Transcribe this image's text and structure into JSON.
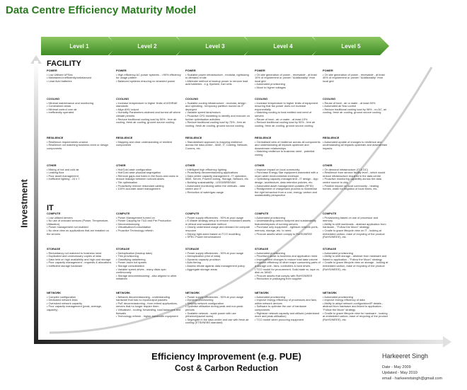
{
  "title": "Data Centre Efficiency Maturity Model",
  "levels": [
    "Level 1",
    "Level 2",
    "Level 3",
    "Level 4",
    "Level 5"
  ],
  "y_axis_label": "Investment",
  "x_axis_label_1": "Efficiency Improvement (e.g. PUE)",
  "x_axis_label_2": "Cost & Carbon Reduction",
  "author": "Harkeeret Singh",
  "date_line": "Date - May 2009",
  "updated_line": "Updated - May 2010",
  "email_line": "email - harkeeretsingh@gmail.com",
  "sections": {
    "facility": "FACILITY",
    "it": "IT"
  },
  "facility": {
    "power": {
      "head": "POWER",
      "cols": [
        [
          "• Low Utilised UPSes",
          "• Maintained inefficiently/unbalanced",
          "• Lead Acid batteries"
        ],
        [
          "• High efficiency AC power systems - >90% efficiency for usage pattern",
          "• Balanced systems ensuring no stranded power"
        ],
        [
          "• Scalable power infrastructure - modular, rightsizing to demand of site",
          "• Alternate method of backup power to remove lead acid batteries - e.g. flywheel, fuel cells"
        ],
        [
          "• On site generation of power - renewable - at least 10% of requirement or proven \"Additionality\" from local grid",
          "• Automated provisioning",
          "• Move to higher voltages"
        ],
        [
          "• On site generation of power - renewable - at least 40% of requirement or proven \"Additionality\" from local grid"
        ]
      ]
    },
    "cooling": {
      "head": "COOLING",
      "cols": [
        [
          "• Minimal maintenance and monitoring",
          "• Constrained areas",
          "• Minimal control over air",
          "• Inefficiently operated"
        ],
        [
          "• Increase temperature to higher limits of ASHRAE standards",
          "• Align AHU output",
          "• Humidity Parameters widened and turned off where climate permits",
          "• Reduce traditional cooling load by 50% - free air cooling, fresh air cooling, ground source cooling"
        ],
        [
          "• Scalable cooling infrastructure - modular, design and operating - temporary partition moved as IT deployed",
          "• Variable speed fans/motors",
          "• Proactive CFD modelling to identify and execute on further optimisation activities",
          "• Reduce traditional cooling load by 75% - free air cooling, fresh air cooling, ground source cooling"
        ],
        [
          "• Increase temperature to higher limits of equipment ensuring that fan power does not increase exponentially",
          "• Matching cooling to heat emitted and need of servers",
          "• Reuse of heat - air or water - at least 10%",
          "• Reduce traditional cooling load by 90% - free air cooling, fresh air cooling, ground source cooling"
        ],
        [
          "• Reuse of heat - air or water - at least 50%",
          "• Automated air flow control",
          "• Reduce traditional cooling load by 98% - no AC, air cooling, fresh air cooling, ground source cooling"
        ]
      ]
    },
    "resilience": {
      "head": "RESILIENCE",
      "cols": [
        [
          "• Resilience requirements unclear",
          "• Resilience not matching business need or design components"
        ],
        [
          "• Mapping and clear understanding of resilient components"
        ],
        [
          "• Standardised approach to mapping resilience across the data centre - M&E, IT, Cabling, Network, Comms, etc."
        ],
        [
          "• Centralised view of resilience across all components and understanding all impacts upstream and downstream relationships",
          "• Matching resilience to business need - potential zoning"
        ],
        [
          "• Automated update of changes to resilience and understanding all impacts upstream and downstream impacts"
        ]
      ]
    },
    "other": {
      "head": "OTHER",
      "cols": [
        [
          "• Mixing of hot and cold air",
          "• Leaking floor",
          "• Poor asset management",
          "• Inefficient lighting - 24 x 7"
        ],
        [
          "• Hot/Cold aisle configuration",
          "• Hot/Cold aisle physical segregation",
          "• Remove gaps and holes in the floors and racks to reduce leakage between hot/cold aisles",
          "• Tile optimisation",
          "• Proactively remove redundant cabling",
          "• 100% accurate asset management"
        ],
        [
          "• Intelligent high efficiency lighting",
          "• Proactively decommissioning applications",
          "• Data centre capacity management - IT operation, M&E, Server, Power/Cooling, Storage, Network, etc.",
          "• Building sustainability - LEED/BREEAM",
          "• Automated monitoring within the verticals - data centre and IT",
          "• Reduction of water/gas usage"
        ],
        [
          "• Improve impact on local community",
          "• Purchase Energy Star equipment warranted with a much wider environmental envelope",
          "• Optimising capacity management - IT design - App design, architecture, data retention policies, etc.",
          "• Automated asset management updates (RFID)",
          "• Realignment of chargeback process to incentivise the right behaviour from a cost, energy, carbon and sustainability perspective"
        ],
        [
          "• On demand infrastructure (IT & DC)",
          "• Resilience from service facility level - which would reduce infrastructure required in the data centre",
          "• Proactive monitoring capability across the data centre source to chip",
          "• Positive impact on local community - heating homes, water for irrigation of local farms, etc."
        ]
      ]
    }
  },
  "it": {
    "compute": {
      "head": "COMPUTE",
      "cols": [
        [
          "• Low utilised servers",
          "• No use of onboard sensors (Power, Temperature, Utilisation)",
          "• Power management not enabled",
          "• No clear view on applications that are installed on the servers"
        ],
        [
          "• Power Management turned on",
          "• Power Capping for T&D and Pre Production",
          "• Decommissioning",
          "• Virtualisation/Consolidation",
          "• Proactive Technology refresh"
        ],
        [
          "• Power supply efficiencies - 90% at your usage",
          "• E-Waste strategy setup to remove redundant assets in ethical and sustainable method",
          "• Clearly understand usage and demand for compute resource",
          "• Deploy right-sized based on TCO modelling",
          "• SPEC Power benchmarked"
        ],
        [
          "• Automated provisioning",
          "• Understanding carbon footprint and sustainability features/impacts of running servers",
          "• Purchase only equipment - rightsize network ports, memory, storage, etc. to need",
          "• Procure assets which comply to RoHS/WEEE"
        ],
        [
          "• Provisioning based on use of processor and memory",
          "• Ability to shift workloads - abstract application from hardware - \"Follow the Moon\" strategy",
          "• Cradle to grave lifecycle view on IT - looking at embedded carbon, ease of recycling of the product (RoHS/WEEE), etc."
        ]
      ]
    },
    "storage": {
      "head": "STORAGE",
      "cols": [
        [
          "• Redundancy not matched to business need",
          "• Duplicated and unnecessary copies of data",
          "• Data held on high availability and high cost storage",
          "• Poor capacity management - requests & allocations",
          "• Inefficient storage hardware"
        ],
        [
          "• Deduplication (backup data)",
          "• Thin provisioning",
          "• Classifying data/tiering",
          "• Power down hot spares",
          "• Storage consolidation",
          "• Variable speed drives - many disks spin continuously",
          "• Storage decommissioning - also aligned to other initiatives"
        ],
        [
          "• Power supply efficiencies - 90% at your usage",
          "• Deduplication (rest of data)",
          "• Dynamic capacity provision",
          "• Auto tiering",
          "• Assess rebate against data management policy",
          "• Aggregate storage areas"
        ],
        [
          "• Automated provisioning",
          "• Prioritised reuse to business and application need",
          "• Improvement changes to reduce total data volume",
          "• Improve efficiency of other major consuming parts of a storage unit - fans, controllers & hard drives",
          "• TCO model for procurement. Solid state vs. tape vs. disk vs. MAID",
          "• Procure assets that comply with RoHS/WEEE",
          "• Reduction in packaging from supplier"
        ],
        [
          "• Automated provisioning",
          "• Ability to shift storage - abstract from hardware and linked to application - \"Follow the Moon\" strategy",
          "• Cradle to grave lifecycle view on storage - looking at embedded carbon, ease of recycling of the product (RoHS/WEEE), etc."
        ]
      ]
    },
    "network": {
      "head": "NETWORK",
      "cols": [
        [
          "• Complex configuration",
          "• Dedicated network links",
          "• Oversized network capacity",
          "• Poor capacity management (peak, average, capacity)"
        ],
        [
          "• Network decommissioning - understanding hardware that has no input/output packets",
          "• PoE decommissioning - from retired applications, servers that no longer require them",
          "• Virtualised - routing, forwarding, load balancers and firewalls",
          "• Technology refresh - higher bandwidth equipment"
        ],
        [
          "• Power supply efficiencies - 90% at your usage",
          "• Dynamic provisioning",
          "• Simplify network configuration",
          "• Optimise utilisation during peak and non-peak periods",
          "• Scalable network - scale power with use (ethernet/packet sizes)",
          "• Segregate in the data centre and use with fresh air cooling (ETSI/NEBS standard)"
        ],
        [
          "• Automated provisioning",
          "• Improve energy efficiency of processors and fans within network devices",
          "• Software to optimise the use of hardware components",
          "• Rightsize network capacity and utilised (understand more and peak utilisation)",
          "• TCO model when procuring equipment"
        ],
        [
          "• Automated provisioning",
          "• Improve energy efficiency of data",
          "• Ability to adapt network configuration/IP details - abstract from hardware and linked to application - \"Follow the Moon\" strategy",
          "• Cradle to grave lifecycle view for hardware - looking at embedded carbon, ease of recycling of the product (RoHS/WEEE), etc."
        ]
      ]
    }
  }
}
